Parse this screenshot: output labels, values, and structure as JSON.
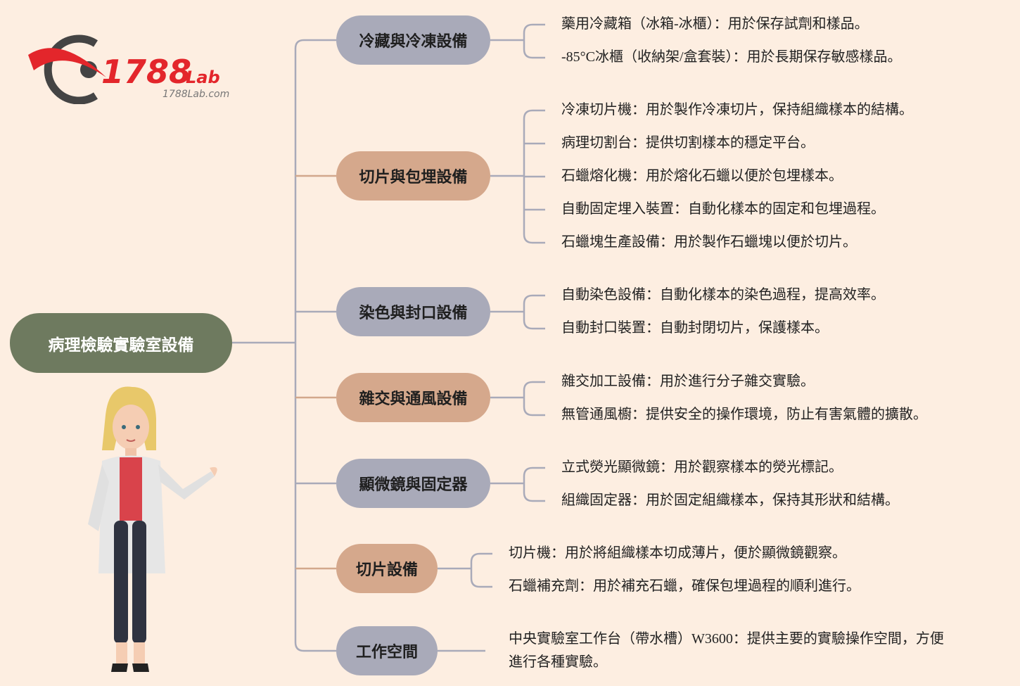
{
  "logo": {
    "brand": "1788Lab",
    "url_text": "1788Lab.com"
  },
  "root": {
    "label": "病理檢驗實驗室設備",
    "color": "#6e7a5f"
  },
  "branches": [
    {
      "label": "冷藏與冷凍設備",
      "style": "gray",
      "children": [
        "藥用冷藏箱（冰箱-冰櫃）：用於保存試劑和樣品。",
        "-85°C冰櫃（收納架/盒套裝）：用於長期保存敏感樣品。"
      ]
    },
    {
      "label": "切片與包埋設備",
      "style": "tan",
      "children": [
        "冷凍切片機：用於製作冷凍切片，保持組織樣本的結構。",
        "病理切割台：提供切割樣本的穩定平台。",
        "石蠟熔化機：用於熔化石蠟以便於包埋樣本。",
        "自動固定埋入裝置：自動化樣本的固定和包埋過程。",
        "石蠟塊生產設備：用於製作石蠟塊以便於切片。"
      ]
    },
    {
      "label": "染色與封口設備",
      "style": "gray",
      "children": [
        "自動染色設備：自動化樣本的染色過程，提高效率。",
        "自動封口裝置：自動封閉切片，保護樣本。"
      ]
    },
    {
      "label": "雜交與通風設備",
      "style": "tan",
      "children": [
        "雜交加工設備：用於進行分子雜交實驗。",
        "無管通風櫥：提供安全的操作環境，防止有害氣體的擴散。"
      ]
    },
    {
      "label": "顯微鏡與固定器",
      "style": "gray",
      "children": [
        "立式熒光顯微鏡：用於觀察樣本的熒光標記。",
        "組織固定器：用於固定組織樣本，保持其形狀和結構。"
      ]
    },
    {
      "label": "切片設備",
      "style": "tan",
      "children": [
        "切片機：用於將組織樣本切成薄片，便於顯微鏡觀察。",
        "石蠟補充劑：用於補充石蠟，確保包埋過程的順利進行。"
      ]
    },
    {
      "label": "工作空間",
      "style": "gray",
      "children": [
        "中央實驗室工作台（帶水槽）W3600：提供主要的實驗操作空間，方便",
        "進行各種實驗。"
      ]
    }
  ],
  "colors": {
    "background": "#fdeee1",
    "gray": "#a9aab9",
    "tan": "#d5a88c",
    "gray_line": "#a9aab9",
    "tan_line": "#d2a88c"
  }
}
